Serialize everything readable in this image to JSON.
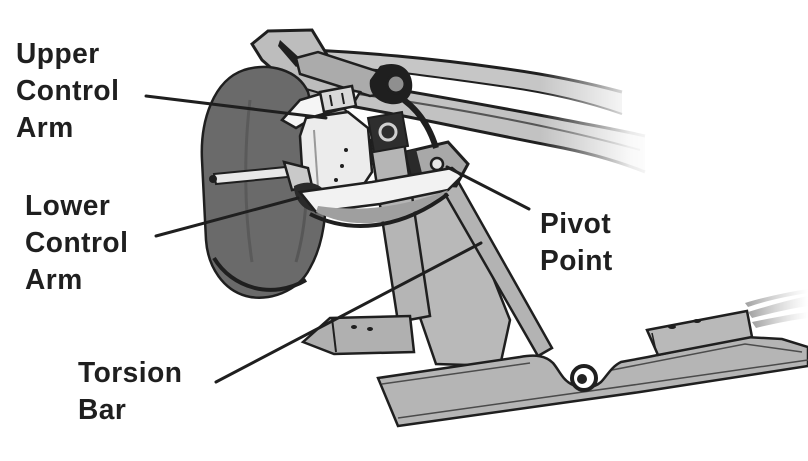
{
  "diagram": {
    "type": "technical-illustration",
    "subject": "Torsion bar front suspension diagram",
    "background_color": "#ffffff",
    "colors": {
      "outline_ink": "#1f1f1f",
      "label_text": "#1f1f1f",
      "tire_gray": "#6a6a6a",
      "metal_light_gray": "#bdbdbd",
      "metal_mid_gray": "#adadad",
      "highlight_white": "#f2f2f2"
    },
    "labels": [
      {
        "id": "upper-control-arm",
        "lines": [
          "Upper",
          "Control",
          "Arm"
        ]
      },
      {
        "id": "lower-control-arm",
        "lines": [
          "Lower",
          "Control",
          "Arm"
        ]
      },
      {
        "id": "pivot-point",
        "lines": [
          "Pivot",
          "Point"
        ]
      },
      {
        "id": "torsion-bar",
        "lines": [
          "Torsion",
          "Bar"
        ]
      }
    ],
    "parts_depicted": [
      "tire",
      "upper-frame-rails",
      "support-bracket",
      "upper-control-arm",
      "shock-mount-eye",
      "steering-knuckle",
      "tie-rod",
      "lower-control-arm",
      "crossmember",
      "strut-rod",
      "strut-rod-bracket",
      "torsion-bar",
      "pivot-bracket",
      "lower-frame-rail",
      "body-mount-grommet",
      "frame-plate",
      "motion-blur-streaks"
    ]
  }
}
